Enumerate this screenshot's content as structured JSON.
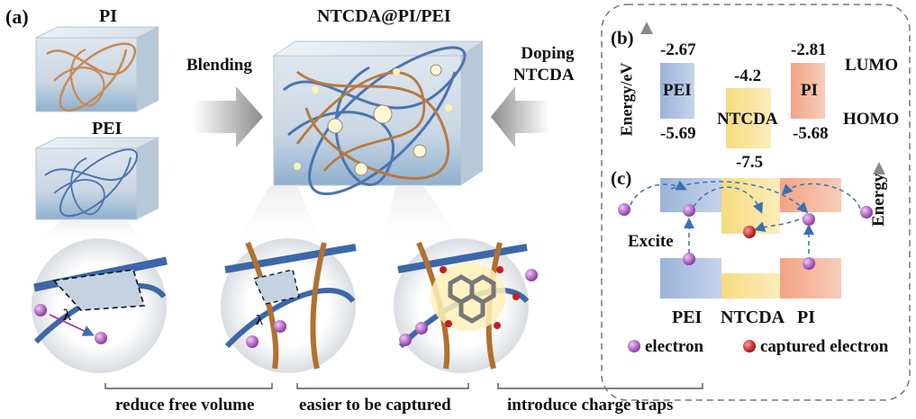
{
  "panel_labels": {
    "a": "(a)",
    "b": "(b)",
    "c": "(c)"
  },
  "panel_a": {
    "pi_label": "PI",
    "pei_label": "PEI",
    "composite_label": "NTCDA@PI/PEI",
    "blending_label": "Blending",
    "doping_label": "Doping\nNTCDA",
    "lambda_symbol": "λ",
    "brackets": [
      "reduce free volume",
      "easier to be captured",
      "introduce charge traps"
    ]
  },
  "panel_b": {
    "y_axis_label": "Energy/eV",
    "materials": [
      {
        "name": "PEI",
        "lumo": "-2.67",
        "homo": "-5.69",
        "color": "#8fa9d3"
      },
      {
        "name": "NTCDA",
        "lumo": "-4.2",
        "homo": "-7.5",
        "color": "#f6de86"
      },
      {
        "name": "PI",
        "lumo": "-2.81",
        "homo": "-5.68",
        "color": "#f0a888"
      }
    ],
    "lumo_label": "LUMO",
    "homo_label": "HOMO"
  },
  "panel_c": {
    "excite_label": "Excite",
    "energy_axis_label": "Energy",
    "bottom_labels": [
      "PEI",
      "NTCDA",
      "PI"
    ],
    "legend": [
      {
        "label": "electron",
        "color": "#b060c8"
      },
      {
        "label": "captured electron",
        "color": "#cc1b1b"
      }
    ]
  }
}
